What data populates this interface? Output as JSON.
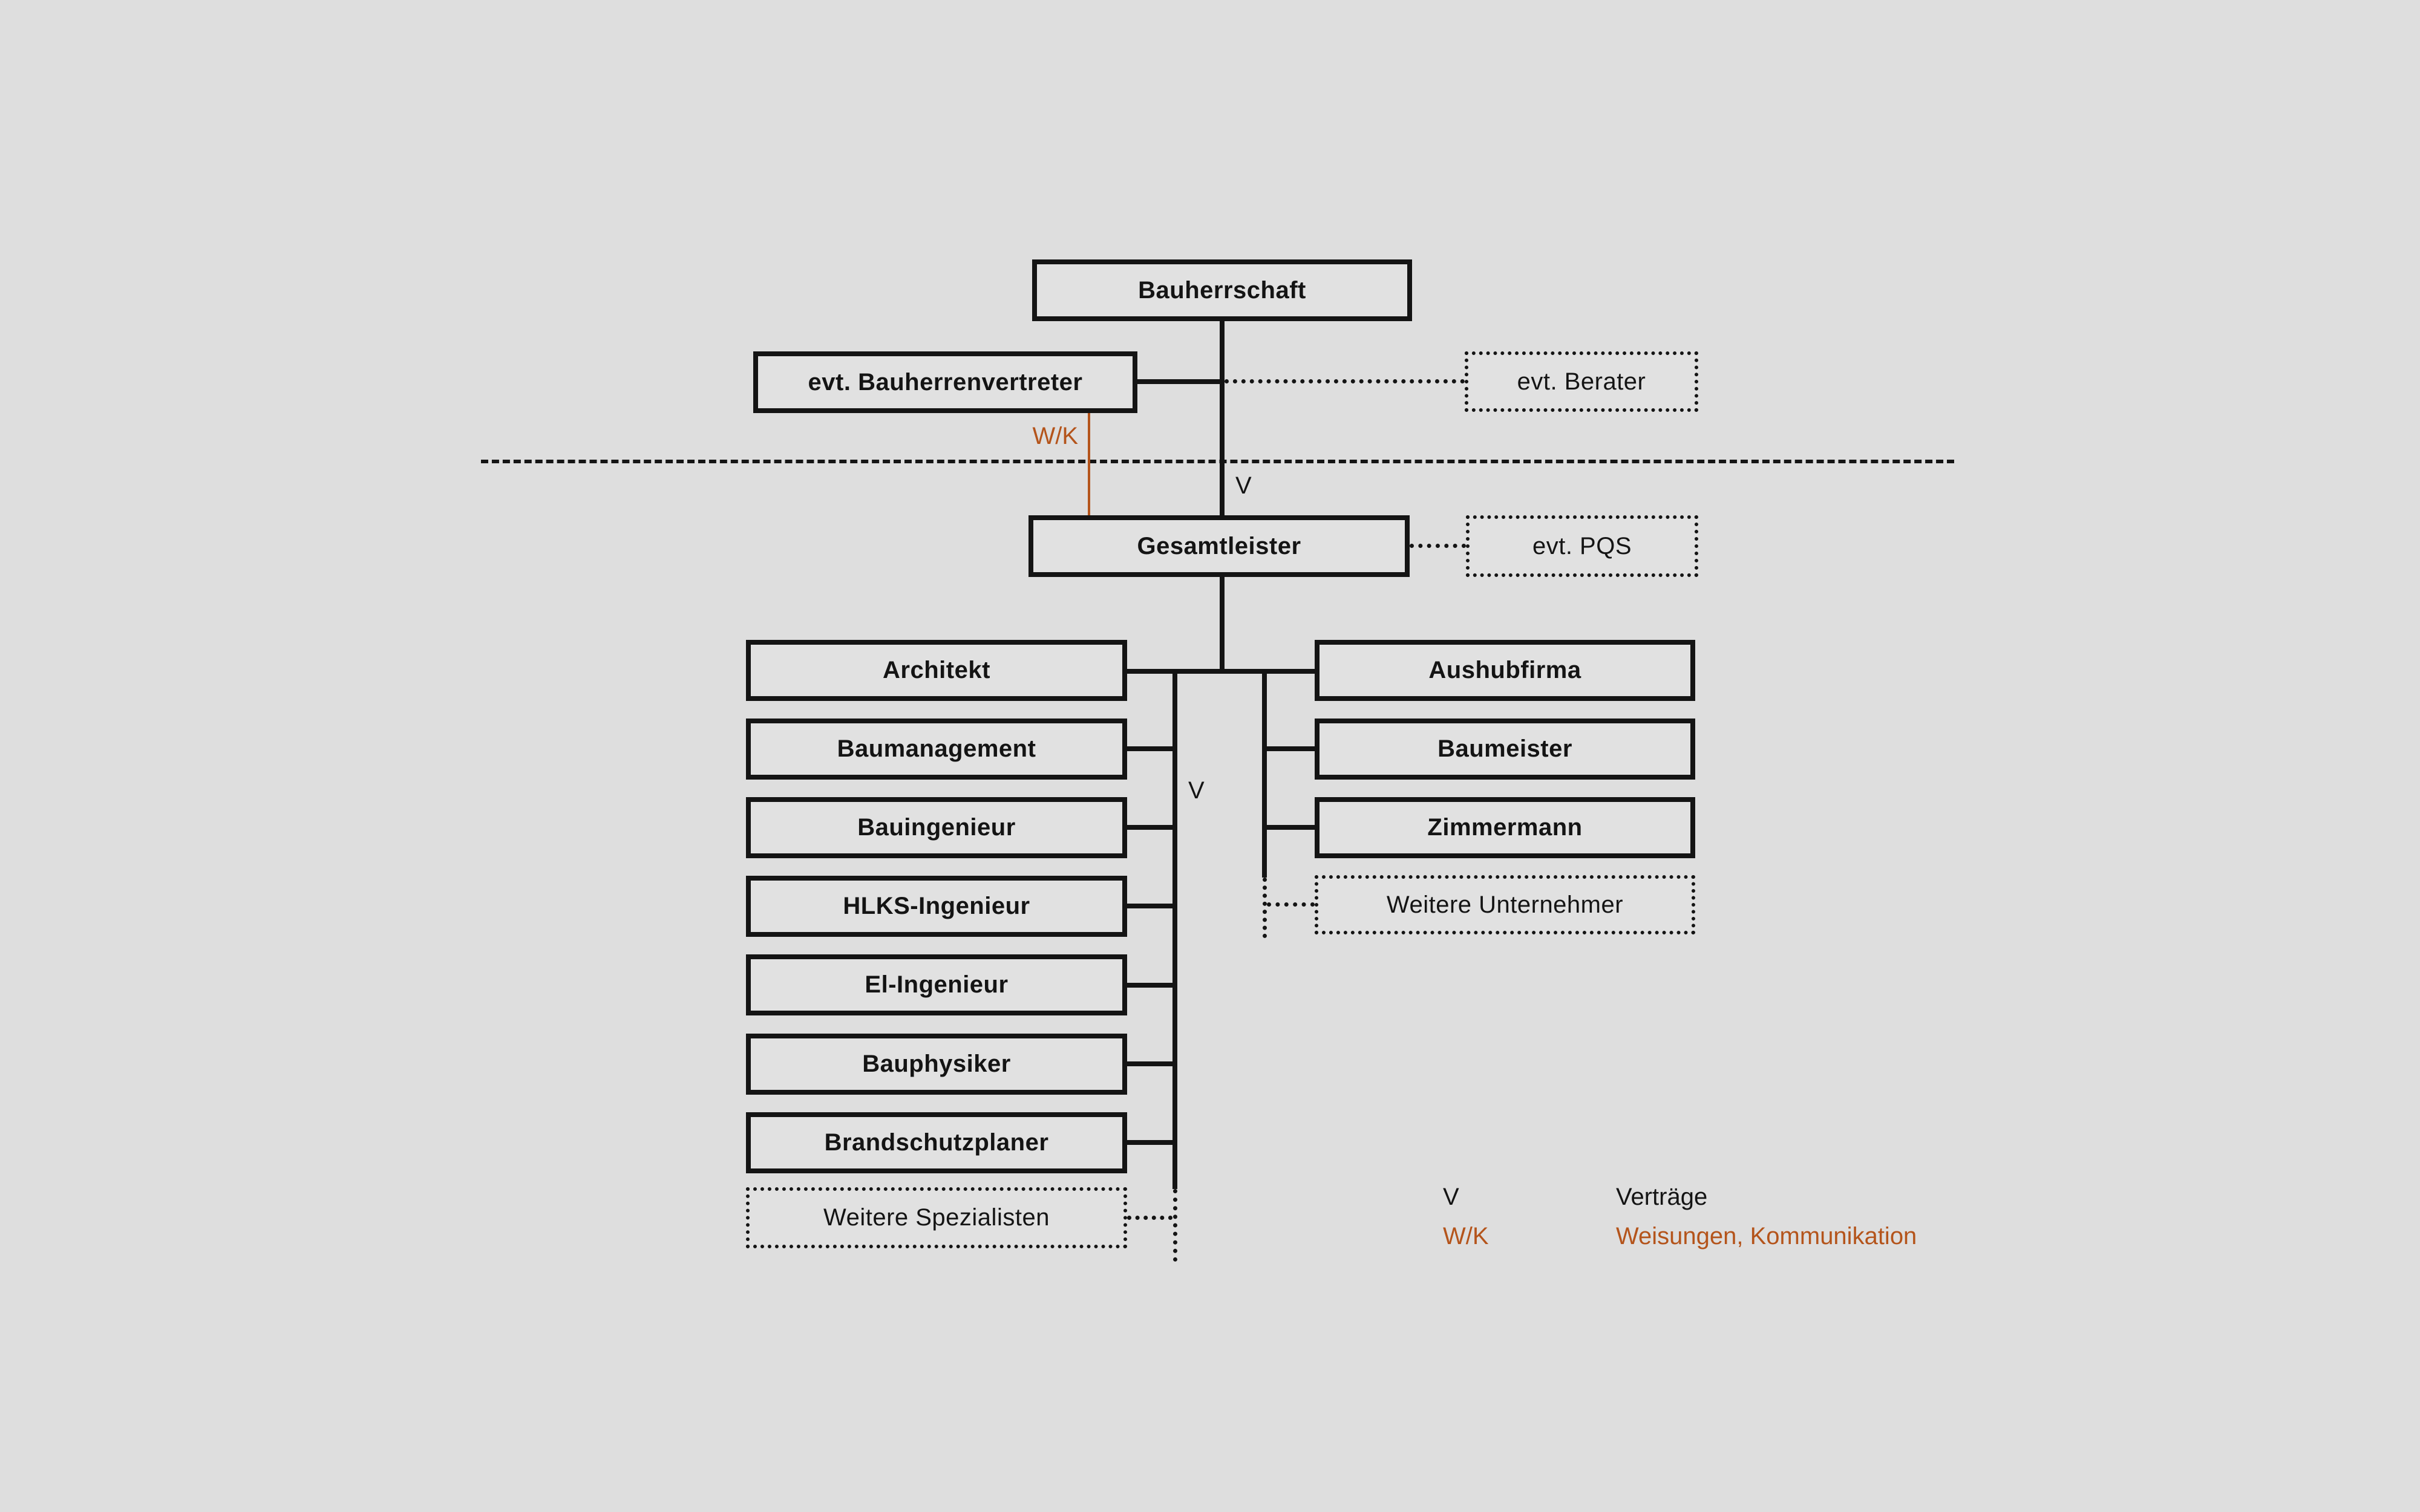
{
  "nodes": {
    "bauherrschaft": {
      "label": "Bauherrschaft"
    },
    "bauherrenvertreter": {
      "label": "evt. Bauherrenvertreter"
    },
    "berater": {
      "label": "evt. Berater"
    },
    "gesamtleister": {
      "label": "Gesamtleister"
    },
    "pqs": {
      "label": "evt. PQS"
    },
    "architekt": {
      "label": "Architekt"
    },
    "baumanagement": {
      "label": "Baumanagement"
    },
    "bauingenieur": {
      "label": "Bauingenieur"
    },
    "hlks": {
      "label": "HLKS-Ingenieur"
    },
    "el": {
      "label": "El-Ingenieur"
    },
    "bauphysiker": {
      "label": "Bauphysiker"
    },
    "brandschutzplaner": {
      "label": "Brandschutzplaner"
    },
    "spezialisten": {
      "label": "Weitere Spezialisten"
    },
    "aushubfirma": {
      "label": "Aushubfirma"
    },
    "baumeister": {
      "label": "Baumeister"
    },
    "zimmermann": {
      "label": "Zimmermann"
    },
    "unternehmer": {
      "label": "Weitere Unternehmer"
    }
  },
  "edge_labels": {
    "wk_upper": "W/K",
    "v_upper": "V",
    "v_lower": "V"
  },
  "legend": {
    "v": {
      "key": "V",
      "label": "Verträge"
    },
    "wk": {
      "key": "W/K",
      "label": "Weisungen, Kommunikation"
    }
  },
  "colors": {
    "background": "#dedede",
    "line": "#141414",
    "accent_orange": "#b4541b"
  }
}
